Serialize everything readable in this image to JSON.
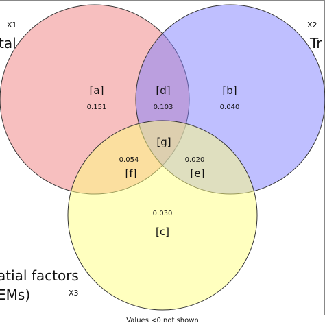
{
  "sets": [
    {
      "id": "X1",
      "name_line1": "tal",
      "name_line2": "",
      "fill": "#f08080",
      "opacity": 0.5
    },
    {
      "id": "X2",
      "name_line1": "Tr",
      "name_line2": "",
      "fill": "#8080ff",
      "opacity": 0.5
    },
    {
      "id": "X3",
      "name_line1": "atial factors",
      "name_line2": "EMs)",
      "fill": "#ffff80",
      "opacity": 0.5
    }
  ],
  "regions": [
    {
      "key": "a",
      "label": "[a]",
      "value": "0.151"
    },
    {
      "key": "b",
      "label": "[b]",
      "value": "0.040"
    },
    {
      "key": "c",
      "label": "[c]",
      "value": "0.030"
    },
    {
      "key": "d",
      "label": "[d]",
      "value": "0.103"
    },
    {
      "key": "e",
      "label": "[e]",
      "value": "0.020"
    },
    {
      "key": "f",
      "label": "[f]",
      "value": "0.054"
    },
    {
      "key": "g",
      "label": "[g]",
      "value": ""
    }
  ],
  "footnote": "Values <0 not shown",
  "colors": {
    "outline": "#333333",
    "frame": "#888888",
    "text": "#111111"
  }
}
